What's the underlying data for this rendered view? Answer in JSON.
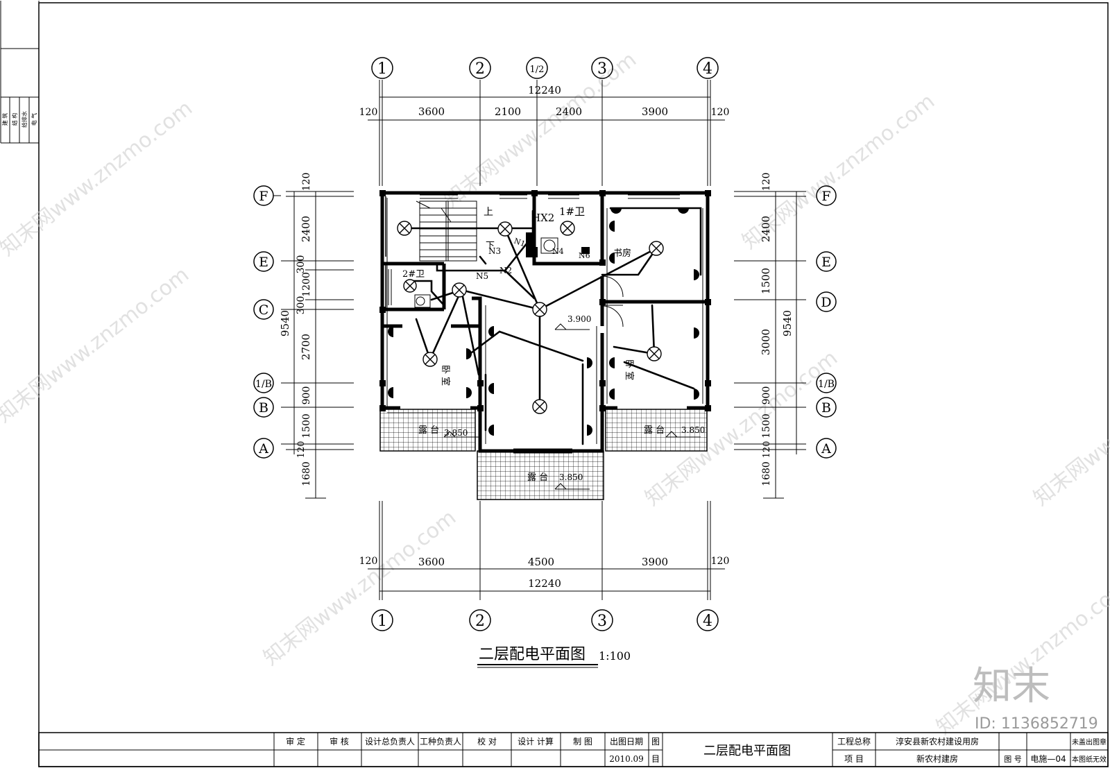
{
  "side_strip": {
    "labels": [
      "建 筑",
      "结 构",
      "给排水",
      "电 气"
    ]
  },
  "axes": {
    "top": [
      "1",
      "2",
      "1/2",
      "3",
      "4"
    ],
    "bottom": [
      "1",
      "2",
      "3",
      "4"
    ],
    "left": [
      "F",
      "E",
      "C",
      "1/B",
      "B",
      "A"
    ],
    "right": [
      "F",
      "E",
      "D",
      "1/B",
      "B",
      "A"
    ]
  },
  "dims": {
    "top_total": "12240",
    "top_segments": [
      "120",
      "3600",
      "2100",
      "2400",
      "3900",
      "120"
    ],
    "bottom_segments": [
      "120",
      "3600",
      "4500",
      "3900",
      "120"
    ],
    "bottom_total": "12240",
    "left_segments": [
      "120",
      "2400",
      "300",
      "1200",
      "300",
      "2700",
      "900",
      "1500",
      "120",
      "1680"
    ],
    "left_total": "9540",
    "right_segments": [
      "120",
      "2400",
      "1500",
      "3000",
      "900",
      "1500",
      "120",
      "1680"
    ],
    "right_total": "9540"
  },
  "plan_labels": {
    "stair_up": "上",
    "stair_down": "下",
    "hx2": "HX2",
    "wc1": "1#卫",
    "wc2": "2#卫",
    "study": "书房",
    "bedroom_left": "卧 室",
    "bedroom_right": "卧 室",
    "elevation": "3.900",
    "balcony_left": "露 台",
    "balcony_left_el": "3.850",
    "balcony_right": "露 台",
    "balcony_right_el": "3.850",
    "balcony_center": "露 台",
    "balcony_center_el": "3.850",
    "circuits": [
      "N1",
      "N2",
      "N3",
      "N4",
      "N5",
      "N6"
    ]
  },
  "drawing_title": {
    "name": "二层配电平面图",
    "scale": "1:100"
  },
  "title_block": {
    "roles": [
      "审 定",
      "审 核",
      "设计总负责人",
      "工种负责人",
      "校 对",
      "设计 计算",
      "制 图"
    ],
    "date_label": "出图日期",
    "date_value": "2010.09",
    "tu": "图",
    "mu": "目",
    "sheet_title": "二层配电平面图",
    "project_label": "工程总称",
    "project_value": "淳安县新农村建设用房",
    "item_label": "项 目",
    "item_value": "新农村建房",
    "drawing_no_label": "图 号",
    "drawing_no_value": "电施—04",
    "stamp_note": "未盖出图章",
    "invalid_note": "本图纸无效"
  },
  "watermark": {
    "brand": "知末网www.znzmo.com",
    "logo": "知末",
    "id": "ID: 1136852719"
  }
}
